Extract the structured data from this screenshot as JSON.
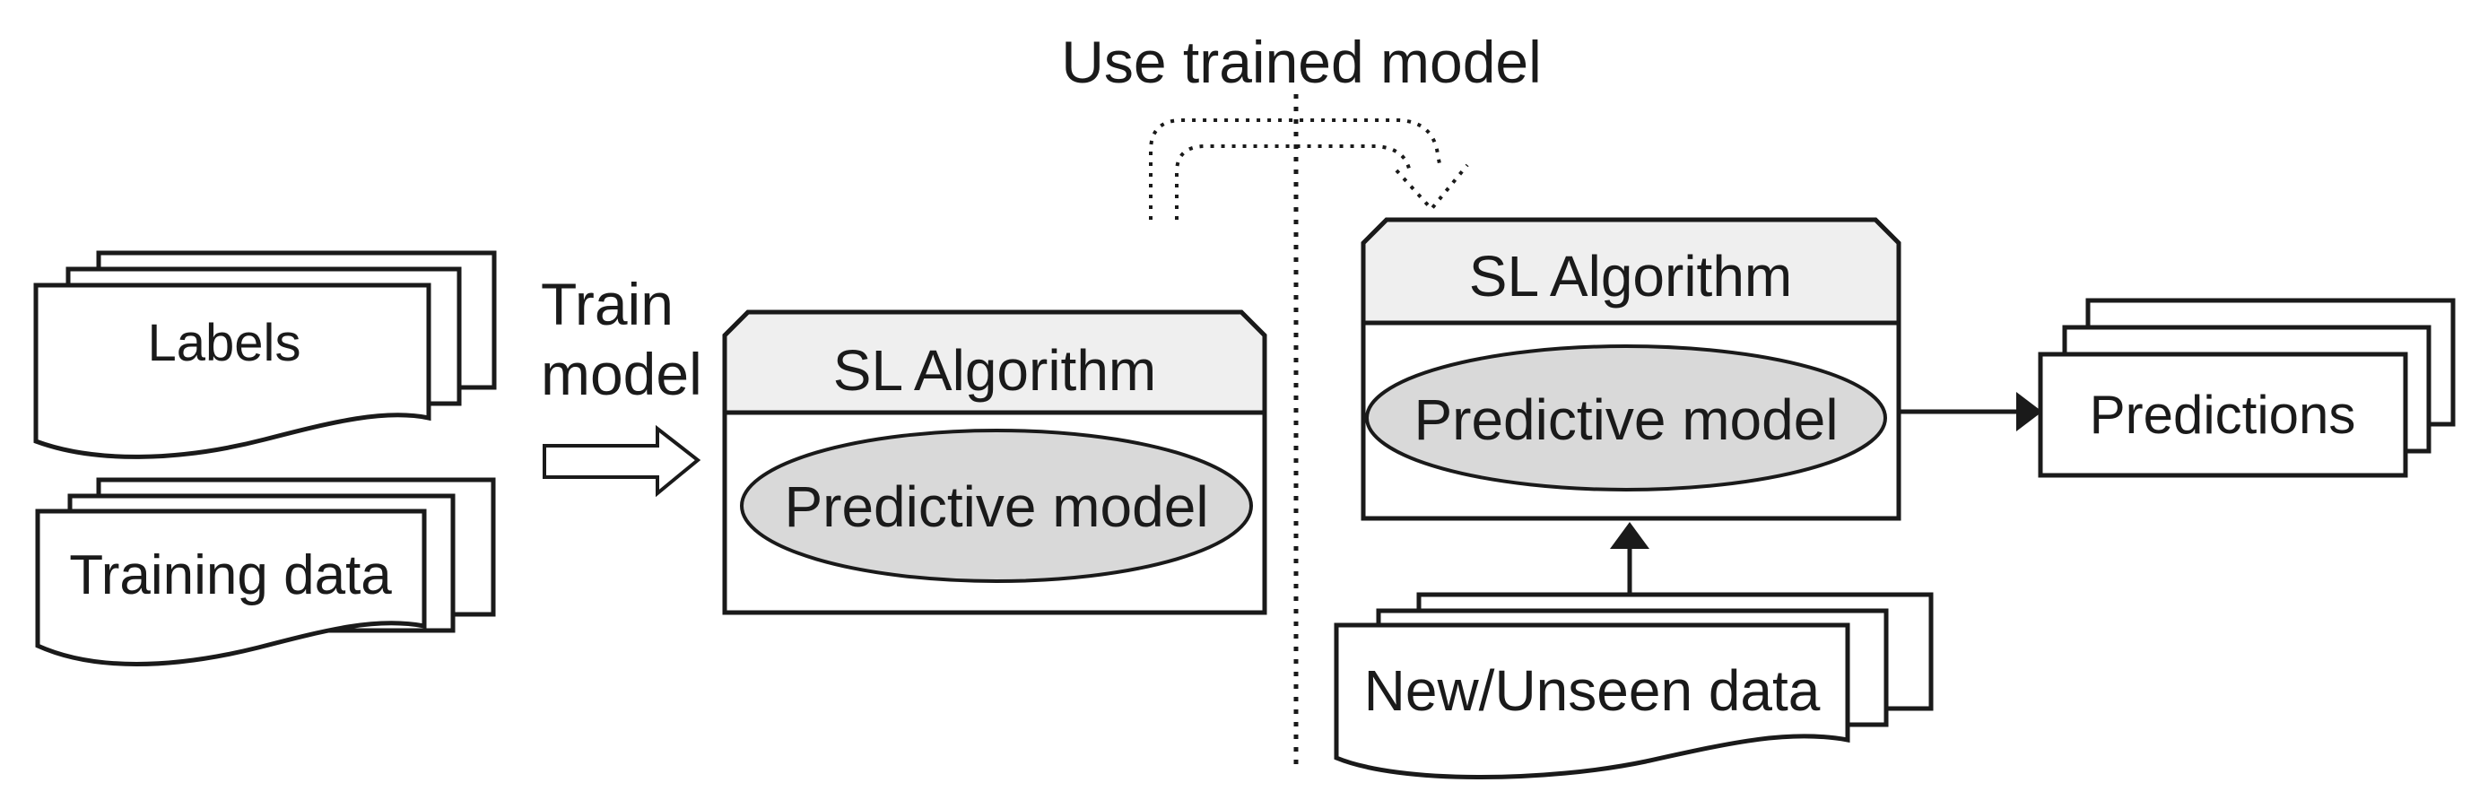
{
  "training_phase": {
    "labels_doc_label": "Labels",
    "training_doc_label": "Training data",
    "train_caption_line1": "Train",
    "train_caption_line2": "model",
    "algorithm_box": {
      "header": "SL Algorithm",
      "ellipse_label": "Predictive model"
    }
  },
  "inference_phase": {
    "use_trained_caption": "Use trained model",
    "algorithm_box": {
      "header": "SL Algorithm",
      "ellipse_label": "Predictive model"
    },
    "new_data_doc_label": "New/Unseen data",
    "predictions_doc_label": "Predictions"
  },
  "colors": {
    "box_header_fill": "#efefef",
    "ellipse_fill": "#d9d9d9",
    "shape_fill": "#ffffff",
    "line_color": "#1a1a1a"
  }
}
